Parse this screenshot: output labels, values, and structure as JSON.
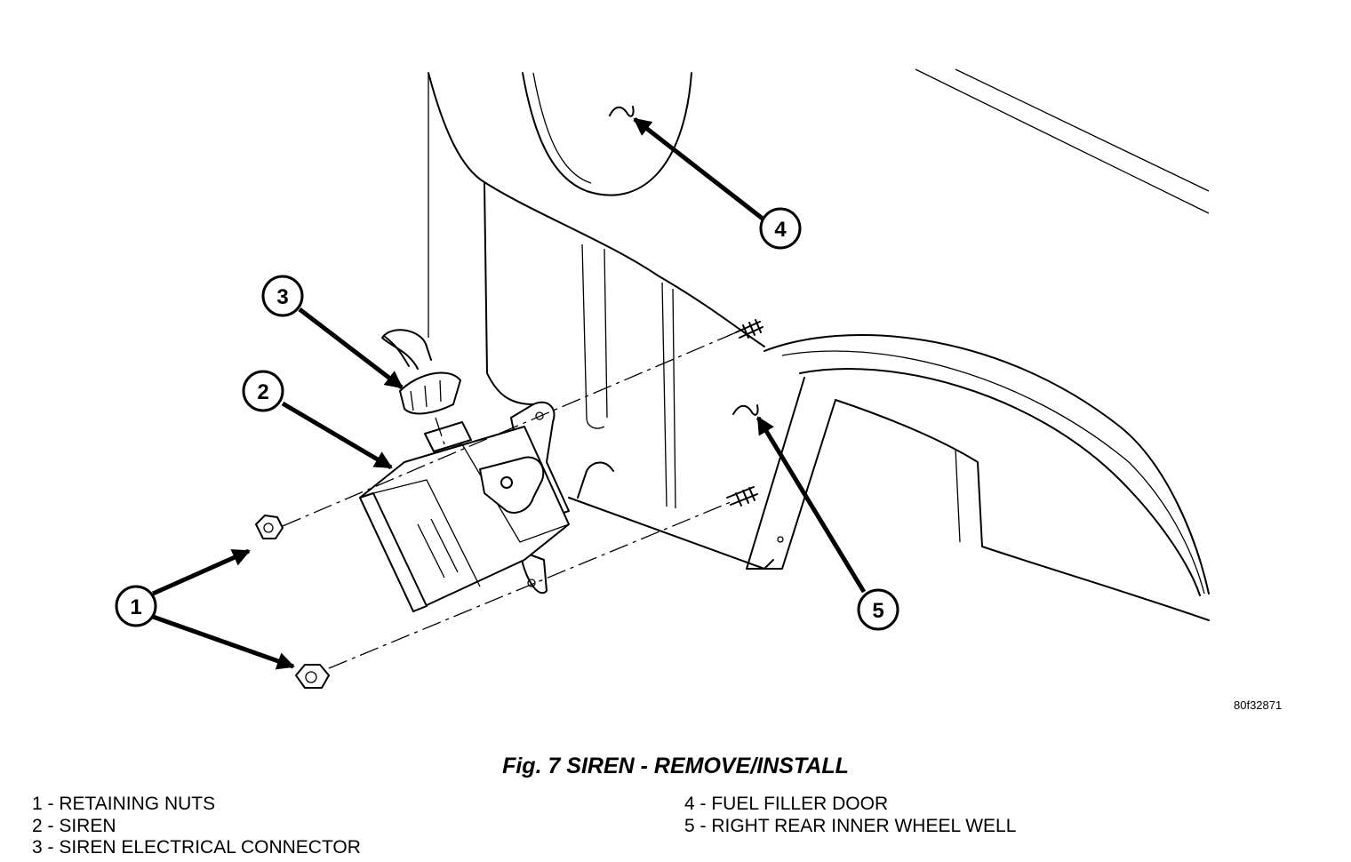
{
  "figure": {
    "callouts": [
      "1",
      "2",
      "3",
      "4",
      "5"
    ],
    "drawing_id": "80f32871",
    "caption": "Fig. 7 SIREN - REMOVE/INSTALL"
  },
  "legend": {
    "left": [
      "1 - RETAINING NUTS",
      "2 - SIREN",
      "3 - SIREN ELECTRICAL CONNECTOR"
    ],
    "right": [
      "4 - FUEL FILLER DOOR",
      "5 - RIGHT REAR INNER WHEEL WELL"
    ]
  }
}
